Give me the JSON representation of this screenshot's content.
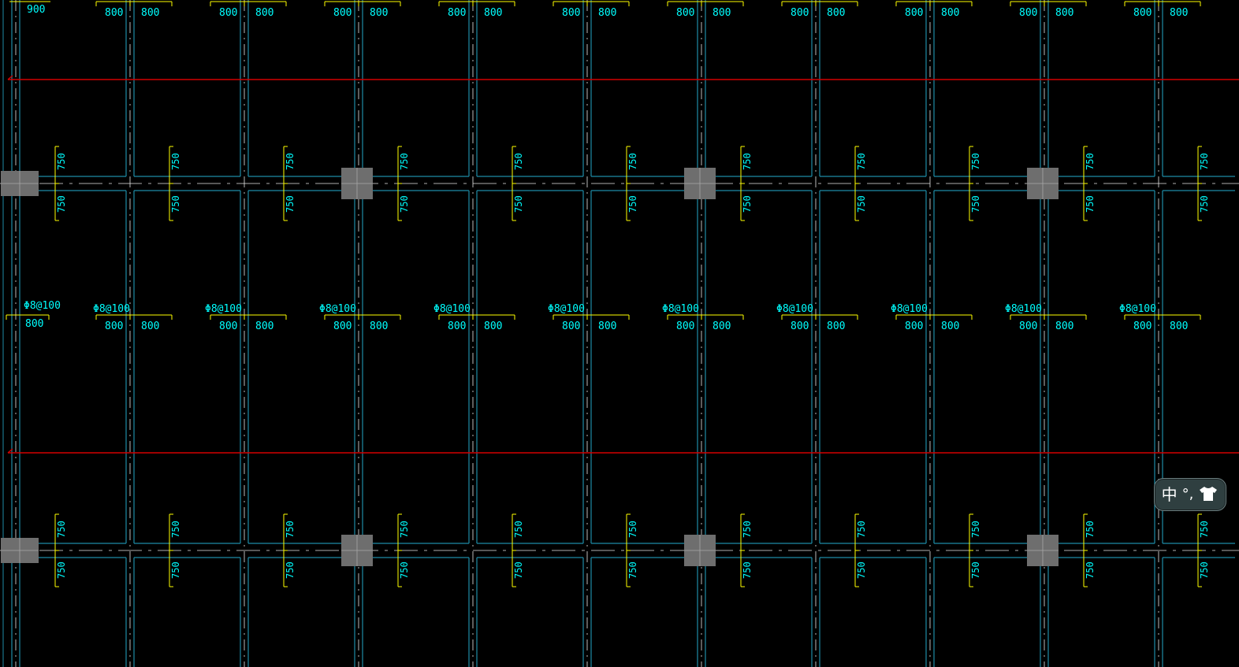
{
  "colors": {
    "background": "#000000",
    "wall": "#1e8ba6",
    "axis": "#e8e8e8",
    "dimension": "#ffff00",
    "text": "#00ffff",
    "red_line": "#d40000",
    "column": "#6e6e6e",
    "ime_bg": "#2f3f40"
  },
  "drawing": {
    "top_partial_labels": [
      "900"
    ],
    "dim_pair_top": [
      "800",
      "800"
    ],
    "dim_pair_mid": [
      "800",
      "800"
    ],
    "dim_vertical": [
      "750",
      "750"
    ],
    "rebar_label": "Φ8@100",
    "first_mid_label": "800",
    "column_count_per_row": 4
  },
  "ime_toolbar": {
    "mode_label": "中",
    "punct_label": "°,",
    "skin_icon": "shirt-icon"
  }
}
